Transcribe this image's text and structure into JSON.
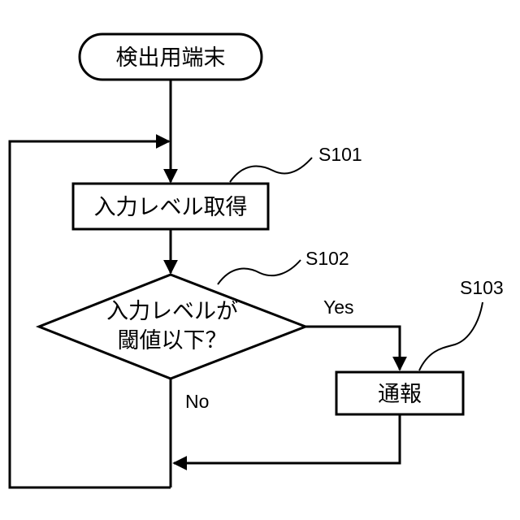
{
  "nodes": {
    "start": {
      "label": "検出用端末"
    },
    "acquire": {
      "label": "入力レベル取得",
      "step": "S101"
    },
    "decision": {
      "line1": "入力レベルが",
      "line2": "閾値以下？",
      "step": "S102"
    },
    "notify": {
      "label": "通報",
      "step": "S103"
    }
  },
  "edges": {
    "yes_label": "Yes",
    "no_label": "No"
  }
}
